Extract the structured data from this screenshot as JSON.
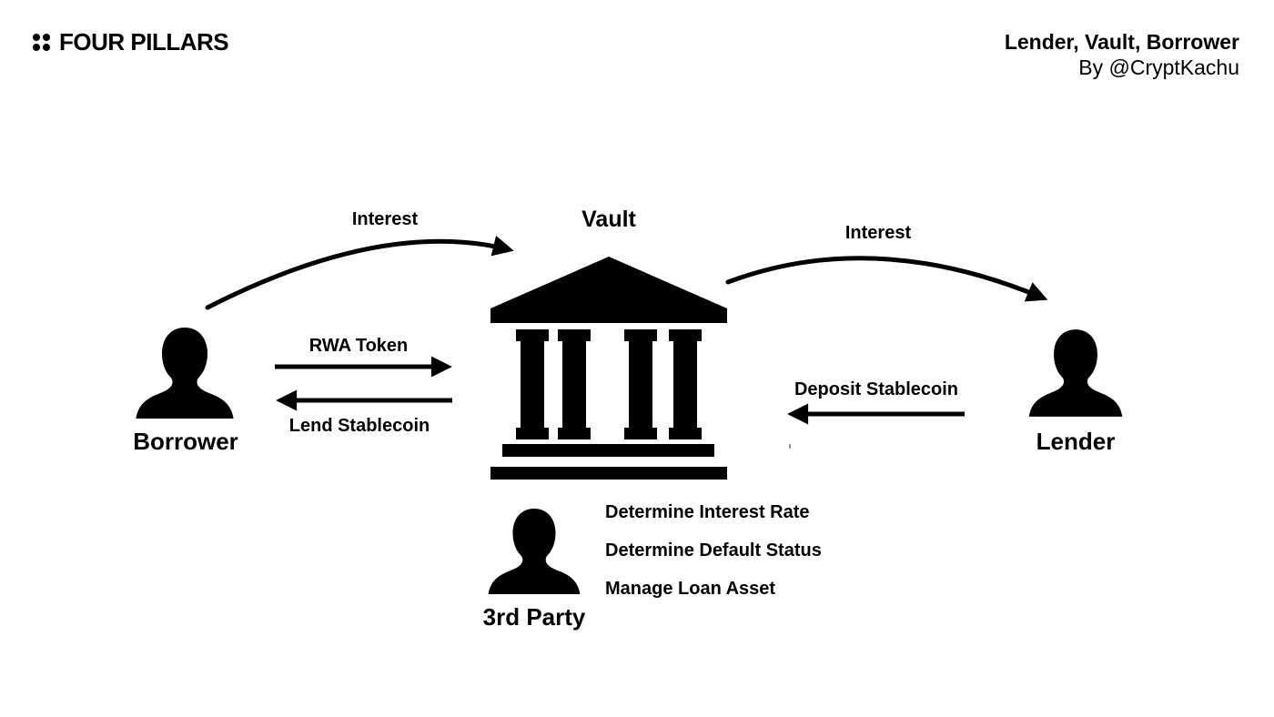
{
  "colors": {
    "ink": "#000000",
    "background": "#ffffff",
    "stray_mark": "#8a8a8a"
  },
  "header": {
    "brand": "FOUR PILLARS",
    "title": "Lender, Vault, Borrower",
    "byline": "By @CryptKachu"
  },
  "nodes": {
    "vault": "Vault",
    "borrower": "Borrower",
    "lender": "Lender",
    "third_party": "3rd Party"
  },
  "arrows": {
    "interest_left": "Interest",
    "interest_right": "Interest",
    "rwa_token": "RWA Token",
    "lend_stablecoin": "Lend Stablecoin",
    "deposit_stablecoin": "Deposit Stablecoin"
  },
  "third_party_tasks": [
    "Determine Interest Rate",
    "Determine Default Status",
    "Manage Loan Asset"
  ]
}
